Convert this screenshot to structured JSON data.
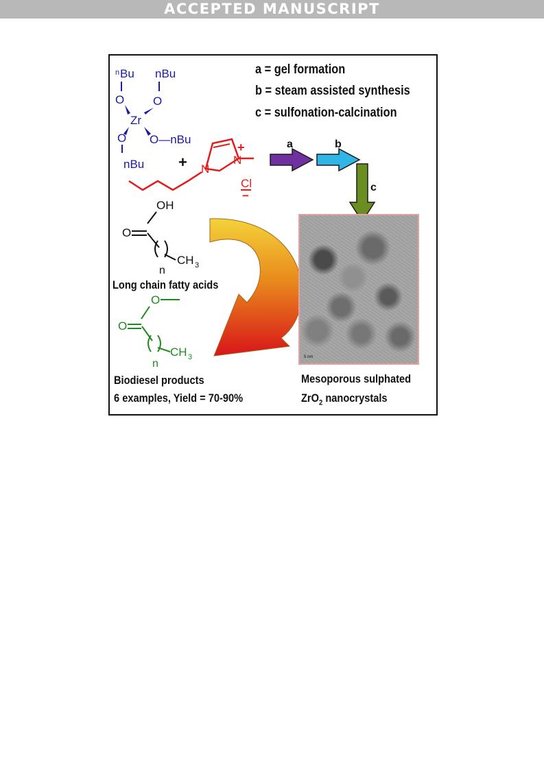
{
  "banner": "ACCEPTED MANUSCRIPT",
  "legend": [
    "a = gel formation",
    "b = steam assisted synthesis",
    "c = sulfonation-calcination"
  ],
  "zr_complex": {
    "center": "Zr",
    "oxygen": "O",
    "butyl_n_sup": "n",
    "butyl_bu": "Bu",
    "butyl": "nBu",
    "bond_butyl": "O—nBu"
  },
  "plus": "+",
  "ionic_liquid": {
    "nitrogen": "N",
    "cation_charge": "+",
    "anion": "Cl",
    "anion_charge": "−"
  },
  "steps": {
    "a": "a",
    "b": "b",
    "c": "c"
  },
  "fatty_acid": {
    "hydroxyl": "OH",
    "carbonyl_o": "O",
    "methyl": "CH",
    "methyl_sub": "3",
    "repeat": "n",
    "label": "Long chain fatty acids"
  },
  "biodiesel": {
    "ester_o": "O",
    "carbonyl_o": "O",
    "methyl": "CH",
    "methyl_sub": "3",
    "repeat": "n",
    "label": "Biodiesel products",
    "examples": "6 examples, Yield = 70-90%"
  },
  "product": {
    "line1": "Mesoporous sulphated",
    "line2_prefix": "ZrO",
    "line2_sub": "2",
    "line2_suffix": " nanocrystals",
    "scale": "5 nm"
  },
  "colors": {
    "zr_complex": "#1a1aa6",
    "ionic_liquid": "#e31b1b",
    "arrow_a": "#7030a0",
    "arrow_b": "#2fb6e6",
    "arrow_c": "#6b8e23",
    "biodiesel": "#1e8a1e",
    "fatty_acid": "#111111",
    "curved_arrow_start": "#f0c020",
    "curved_arrow_end": "#d61a1a"
  }
}
